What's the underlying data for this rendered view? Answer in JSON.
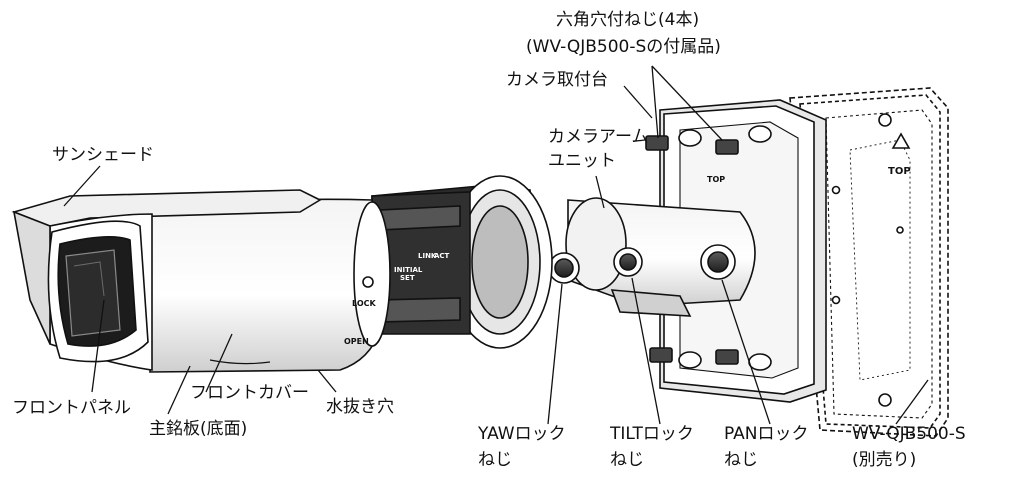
{
  "labels": {
    "hex_screws_line1": "六角穴付ねじ(4本)",
    "hex_screws_line2": "(WV-QJB500-Sの付属品)",
    "camera_mount": "カメラ取付台",
    "sunshade": "サンシェード",
    "camera_arm_line1": "カメラアーム",
    "camera_arm_line2": "ユニット",
    "front_panel": "フロントパネル",
    "front_cover": "フロントカバー",
    "drain_hole": "水抜き穴",
    "nameplate": "主銘板(底面)",
    "yaw_line1": "YAWロック",
    "yaw_line2": "ねじ",
    "tilt_line1": "TILTロック",
    "tilt_line2": "ねじ",
    "pan_line1": "PANロック",
    "pan_line2": "ねじ",
    "box_model_line1": "WV-QJB500-S",
    "box_model_line2": "(別売り)"
  },
  "device_marks": {
    "lock": "LOCK",
    "open": "OPEN",
    "link": "LINK",
    "act": "ACT",
    "initial_set_line1": "INITIAL",
    "initial_set_line2": "SET",
    "top_mount": "TOP",
    "top_box": "TOP"
  },
  "colors": {
    "line": "#111111",
    "shade_light": "#d9d9d9",
    "shade_dark": "#3a3a3a",
    "background": "#ffffff"
  }
}
